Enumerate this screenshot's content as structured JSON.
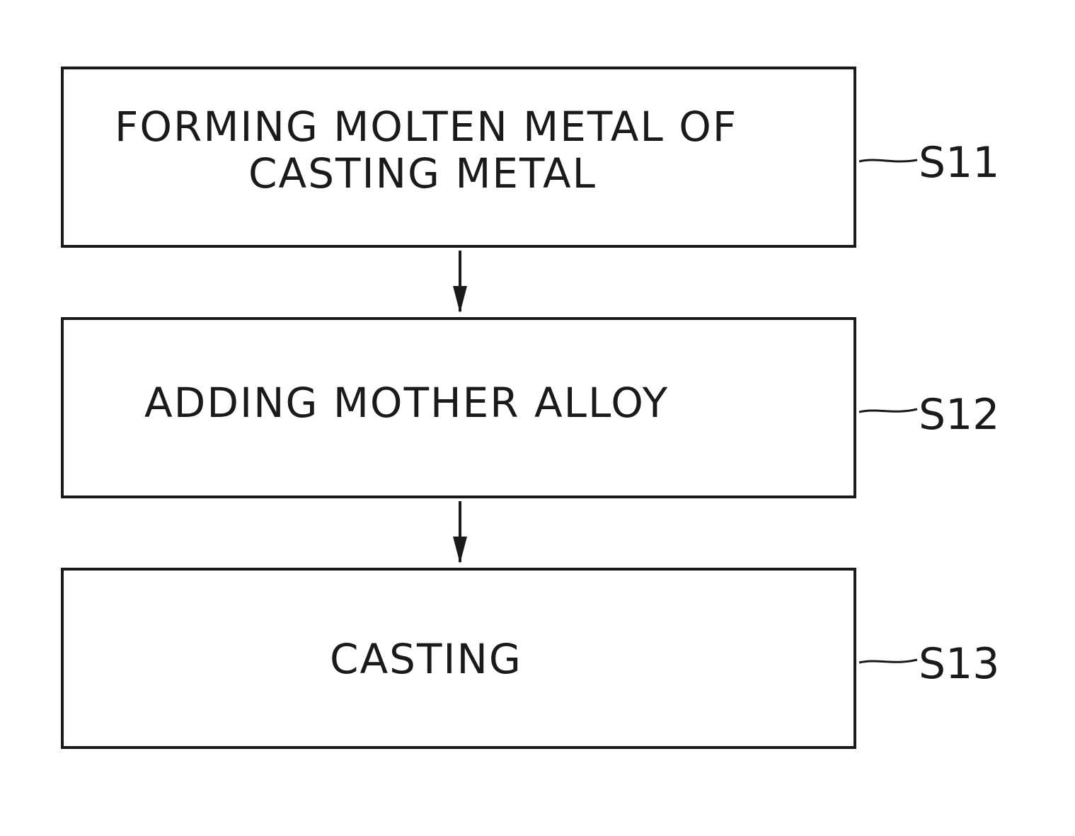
{
  "steps": [
    {
      "id": "S11",
      "lines": [
        "FORMING MOLTEN METAL OF",
        "CASTING METAL"
      ]
    },
    {
      "id": "S12",
      "lines": [
        "ADDING MOTHER ALLOY"
      ]
    },
    {
      "id": "S13",
      "lines": [
        "CASTING"
      ]
    }
  ],
  "colors": {
    "stroke": "#1a1a1a",
    "background": "#ffffff"
  }
}
